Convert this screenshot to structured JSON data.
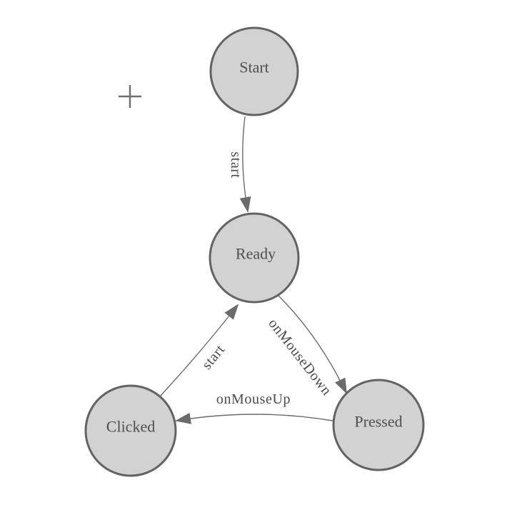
{
  "diagram": {
    "title": "mouse-state-machine-diagram",
    "background_color": "#ffffff",
    "node_fill_color": "#d2d2d2",
    "node_border_color": "#636363",
    "edge_color": "#6b6b6b",
    "text_color": "#4f4f52",
    "origin_marker": {
      "icon": "plus-crosshair",
      "color": "#6f6f6f"
    },
    "nodes": [
      {
        "id": "start",
        "label": "Start"
      },
      {
        "id": "ready",
        "label": "Ready"
      },
      {
        "id": "clicked",
        "label": "Clicked"
      },
      {
        "id": "pressed",
        "label": "Pressed"
      }
    ],
    "edges": [
      {
        "from": "Start",
        "to": "Ready",
        "label": "start"
      },
      {
        "from": "Clicked",
        "to": "Ready",
        "label": "start"
      },
      {
        "from": "Ready",
        "to": "Pressed",
        "label": "onMouseDown"
      },
      {
        "from": "Pressed",
        "to": "Clicked",
        "label": "onMouseUp"
      }
    ]
  }
}
